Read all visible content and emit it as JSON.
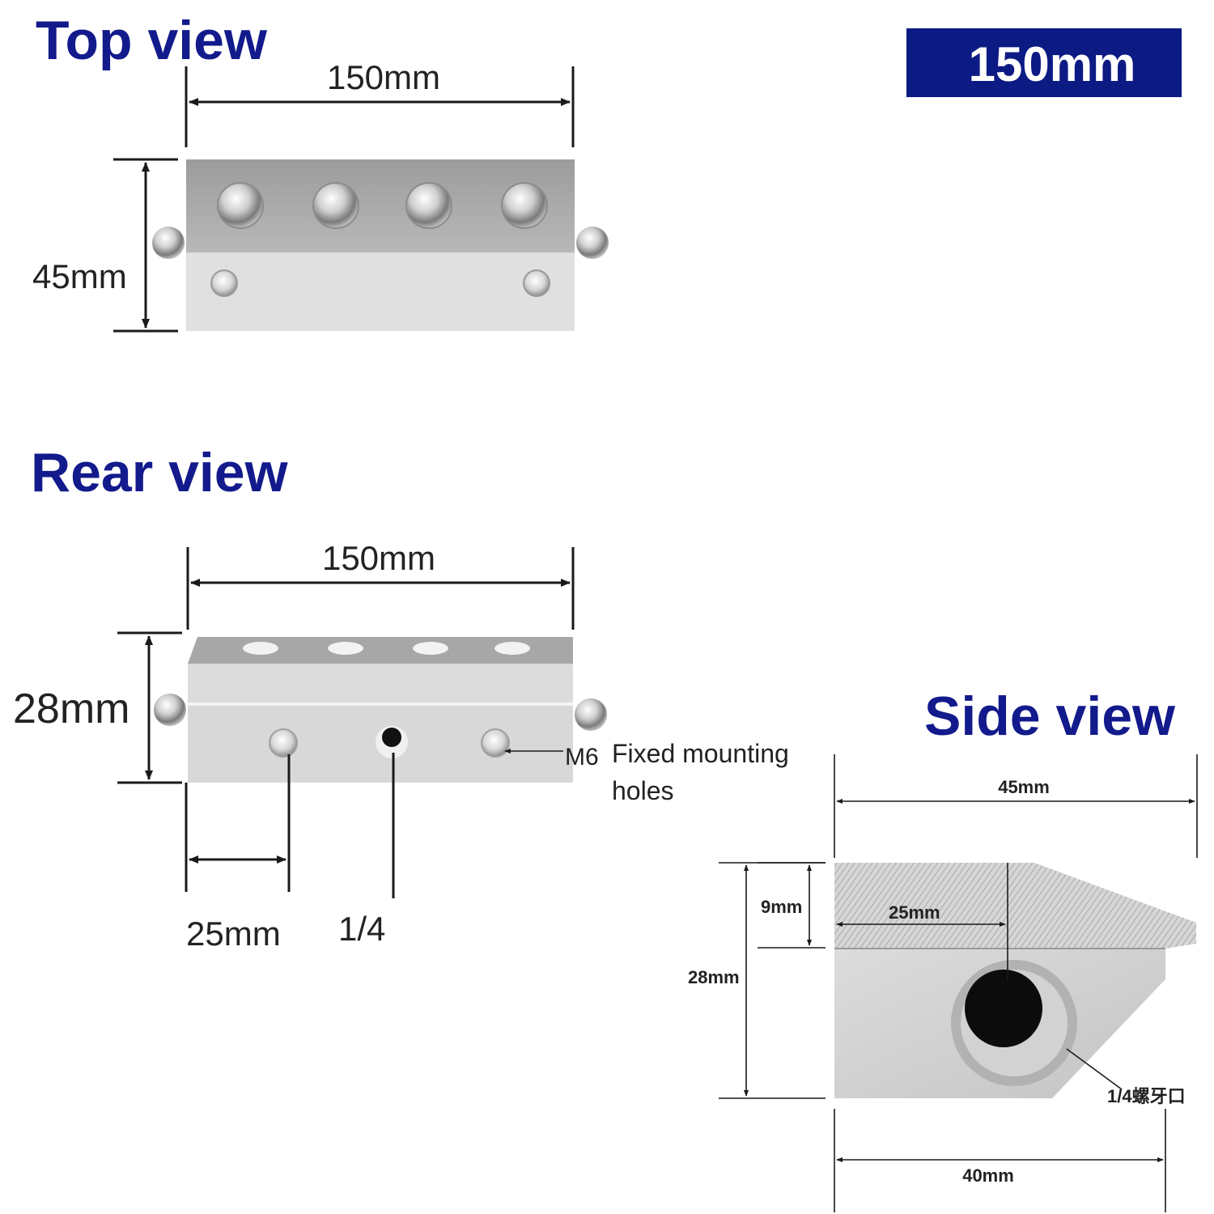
{
  "colors": {
    "heading": "#121a8c",
    "badge_bg": "#0c1a84",
    "badge_text": "#ffffff",
    "metal_dark": "#b9b9b9",
    "metal_light": "#e2e2e2"
  },
  "badge": {
    "label": "150mm"
  },
  "top_view": {
    "title": "Top view",
    "width_label": "150mm",
    "height_label": "45mm"
  },
  "rear_view": {
    "title": "Rear view",
    "width_label": "150mm",
    "height_label": "28mm",
    "offset_label": "25mm",
    "port_label": "1/4",
    "hole_thread": "M6",
    "hole_label_line1": "Fixed mounting",
    "hole_label_line2": "holes"
  },
  "side_view": {
    "title": "Side view",
    "depth_label": "45mm",
    "top_thickness_label": "9mm",
    "port_offset_label": "25mm",
    "height_label": "28mm",
    "base_depth_label": "40mm",
    "thread_label": "1/4螺牙口"
  }
}
